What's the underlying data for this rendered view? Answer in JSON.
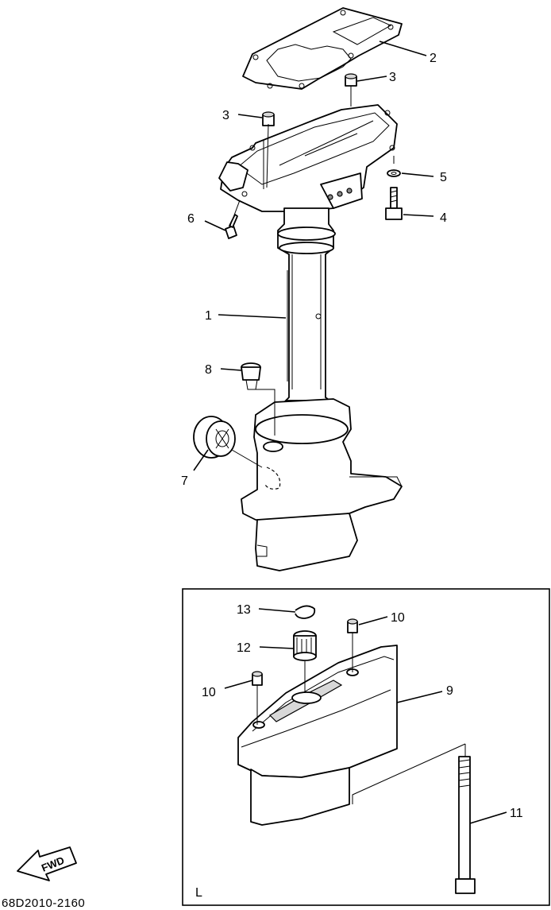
{
  "callouts": {
    "c1": "1",
    "c2": "2",
    "c3a": "3",
    "c3b": "3",
    "c4": "4",
    "c5": "5",
    "c6": "6",
    "c7": "7",
    "c8": "8",
    "c9": "9",
    "c10a": "10",
    "c10b": "10",
    "c11": "11",
    "c12": "12",
    "c13": "13"
  },
  "box_label": "L",
  "fwd_label": "FWD",
  "page_code": "68D2010-2160",
  "icons": [
    "fwd-arrow-icon"
  ]
}
